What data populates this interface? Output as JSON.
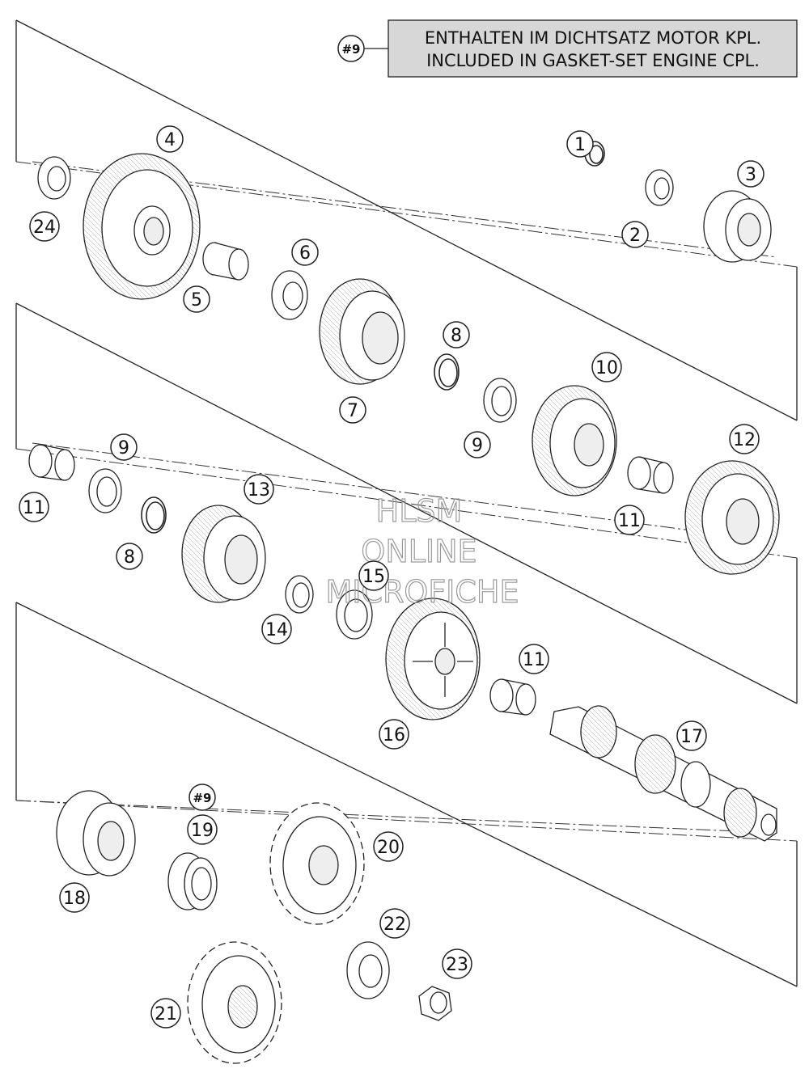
{
  "legend": {
    "tag": "#9",
    "line1": "ENTHALTEN IM DICHTSATZ MOTOR KPL.",
    "line2": "INCLUDED IN GASKET-SET ENGINE CPL."
  },
  "watermark": {
    "line1": "HLSM",
    "line2": "ONLINE",
    "line3": "MICROFICHE"
  },
  "callouts": {
    "c1": "1",
    "c2": "2",
    "c3": "3",
    "c4": "4",
    "c5": "5",
    "c6": "6",
    "c7": "7",
    "c8a": "8",
    "c8b": "8",
    "c9a": "9",
    "c9b": "9",
    "c10": "10",
    "c11a": "11",
    "c11b": "11",
    "c11c": "11",
    "c12": "12",
    "c13": "13",
    "c14": "14",
    "c15": "15",
    "c16": "16",
    "c17": "17",
    "c18": "18",
    "c19": "19",
    "c19tag": "#9",
    "c20": "20",
    "c21": "21",
    "c22": "22",
    "c23": "23",
    "c24": "24"
  },
  "colors": {
    "ink": "#111111",
    "legend_bg": "#d7d7d7",
    "watermark": "#9a9a9a"
  }
}
